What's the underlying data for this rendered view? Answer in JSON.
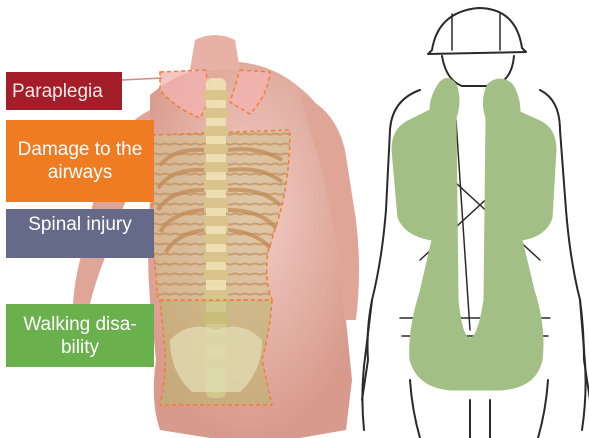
{
  "labels": {
    "paraplegia": {
      "text": "Paraplegia",
      "bg": "#a41e29",
      "fg": "#f2e8e8"
    },
    "airways": {
      "text": "Damage to the airways",
      "bg": "#ef7c22",
      "fg": "#ffffff"
    },
    "spinal": {
      "text": "Spinal injury",
      "bg": "#646a88",
      "fg": "#ffffff"
    },
    "walking": {
      "text": "Walking disa-bility",
      "bg": "#6ab04c",
      "fg": "#ffffff"
    }
  },
  "colors": {
    "skin": "#e8b8ad",
    "muscle": "#d99a8c",
    "bone": "#efe3b8",
    "hatch_fill": "#c9c08a",
    "hatch_outline": "#f07e3c",
    "vest": "#a2bf86",
    "line": "#2a2a2a"
  }
}
